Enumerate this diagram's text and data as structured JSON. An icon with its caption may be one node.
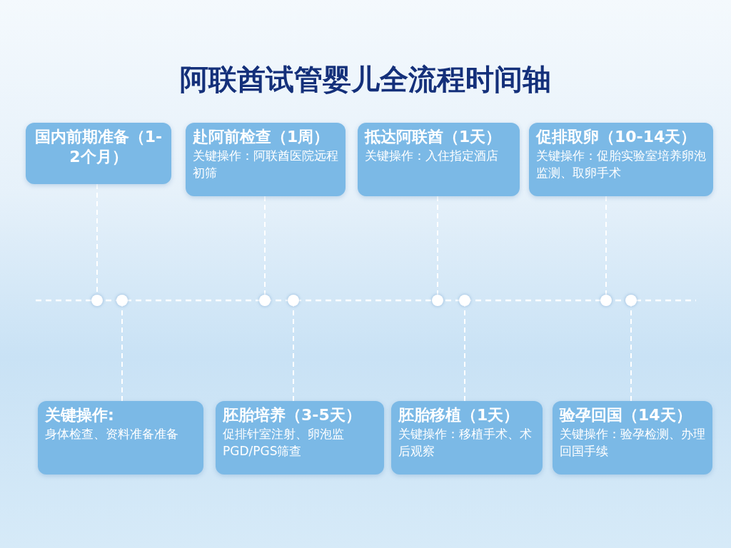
{
  "diagram": {
    "title": "阿联酋试管婴儿全流程时间轴",
    "nodes": [
      {
        "text": [
          "国内前期准备（1-2个月）"
        ]
      },
      {
        "text": [
          "赴阿前检查（1周）",
          "关键操作：阿联酋医院远程初筛"
        ]
      },
      {
        "text": [
          "抵达阿联酋（1天）",
          "关键操作：入住指定酒店"
        ]
      },
      {
        "text": [
          "促排取卵（10-14天）",
          "关键操作：促胎实验室培养卵泡监测、取卵手术"
        ]
      },
      {
        "text": [],
        "shape": "circle"
      },
      {
        "text": [],
        "shape": "circle"
      },
      {
        "text": [],
        "shape": "circle"
      },
      {
        "text": [],
        "shape": "circle"
      },
      {
        "text": [],
        "shape": "circle"
      },
      {
        "text": [],
        "shape": "circle"
      },
      {
        "text": [],
        "shape": "circle"
      },
      {
        "text": [],
        "shape": "circle"
      },
      {
        "text": [
          "关键操作:",
          "身体检查、资料准备准备"
        ]
      },
      {
        "text": [
          "胚胎培养（3-5天）",
          "促排针室注射、卵泡监PGD/PGS筛查"
        ]
      },
      {
        "text": [
          "胚胎移植（1天）",
          "关键操作：移植手术、术后观察"
        ]
      },
      {
        "text": [
          "验孕回国（14天）",
          "关键操作：验孕检测、办理回国手续"
        ]
      }
    ],
    "edges": [
      {
        "from": 0,
        "to": 4,
        "arrow": "none",
        "style": "dashed"
      },
      {
        "from": 1,
        "to": 6,
        "arrow": "none",
        "style": "dashed"
      },
      {
        "from": 2,
        "to": 8,
        "arrow": "none",
        "style": "dashed"
      },
      {
        "from": 3,
        "to": 10,
        "arrow": "none",
        "style": "dashed"
      },
      {
        "from": 12,
        "to": 5,
        "arrow": "none",
        "style": "dashed"
      },
      {
        "from": 13,
        "to": 7,
        "arrow": "none",
        "style": "dashed"
      },
      {
        "from": 14,
        "to": 9,
        "arrow": "none",
        "style": "dashed"
      },
      {
        "from": 15,
        "to": 11,
        "arrow": "none",
        "style": "dashed"
      }
    ]
  }
}
